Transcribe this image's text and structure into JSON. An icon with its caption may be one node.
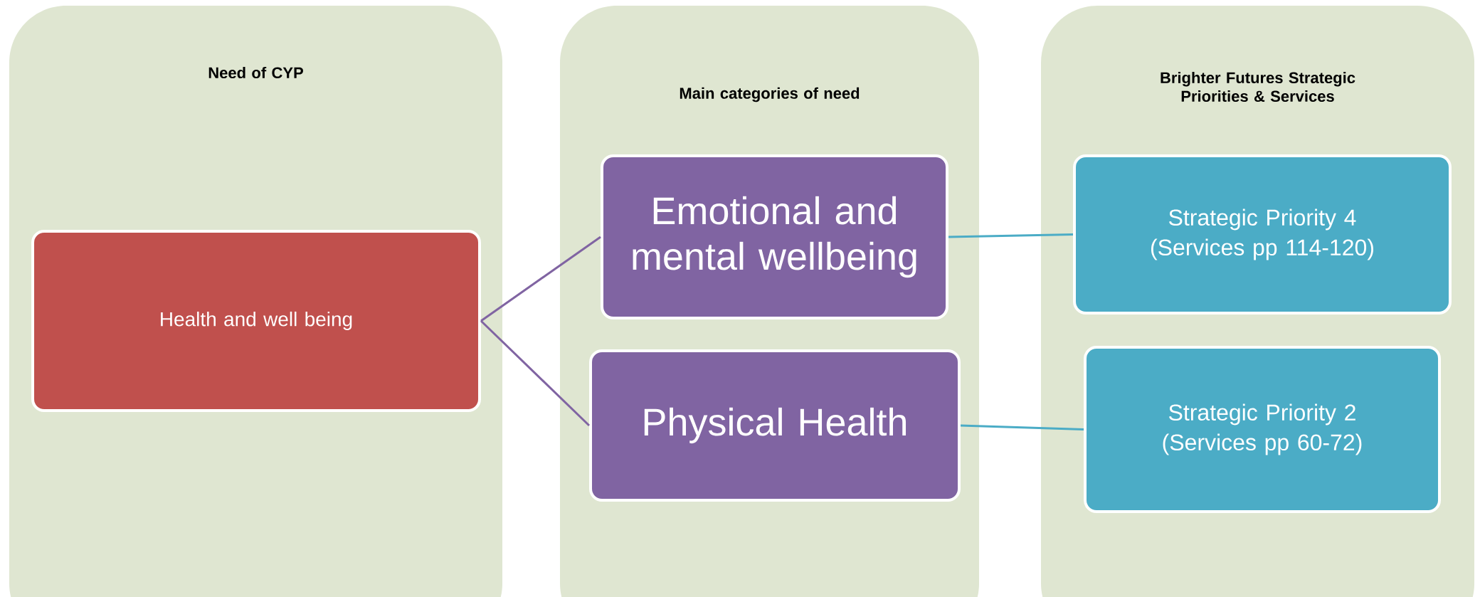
{
  "diagram": {
    "nodes": [
      {
        "text": [
          "Need of CYP"
        ]
      },
      {
        "text": [
          "Main categories of need"
        ]
      },
      {
        "text": [
          "Brighter Futures Strategic Priorities & Services"
        ]
      },
      {
        "text": [
          "Health and well being"
        ],
        "in": 0
      },
      {
        "text": [
          "Emotional and mental wellbeing"
        ],
        "in": 1
      },
      {
        "text": [
          "Physical Health"
        ],
        "in": 1
      },
      {
        "text": [
          "Strategic Priority 4",
          "(Services pp 114-120)"
        ],
        "in": 2
      },
      {
        "text": [
          "Strategic Priority 2",
          "(Services pp 60-72)"
        ],
        "in": 2
      }
    ],
    "edges": [
      {
        "from": 3,
        "to": 4,
        "arrow": "none",
        "color": "#8064a2"
      },
      {
        "from": 3,
        "to": 5,
        "arrow": "none",
        "color": "#8064a2"
      },
      {
        "from": 4,
        "to": 6,
        "arrow": "none",
        "color": "#4bacc6"
      },
      {
        "from": 5,
        "to": 7,
        "arrow": "none",
        "color": "#4bacc6"
      }
    ]
  }
}
